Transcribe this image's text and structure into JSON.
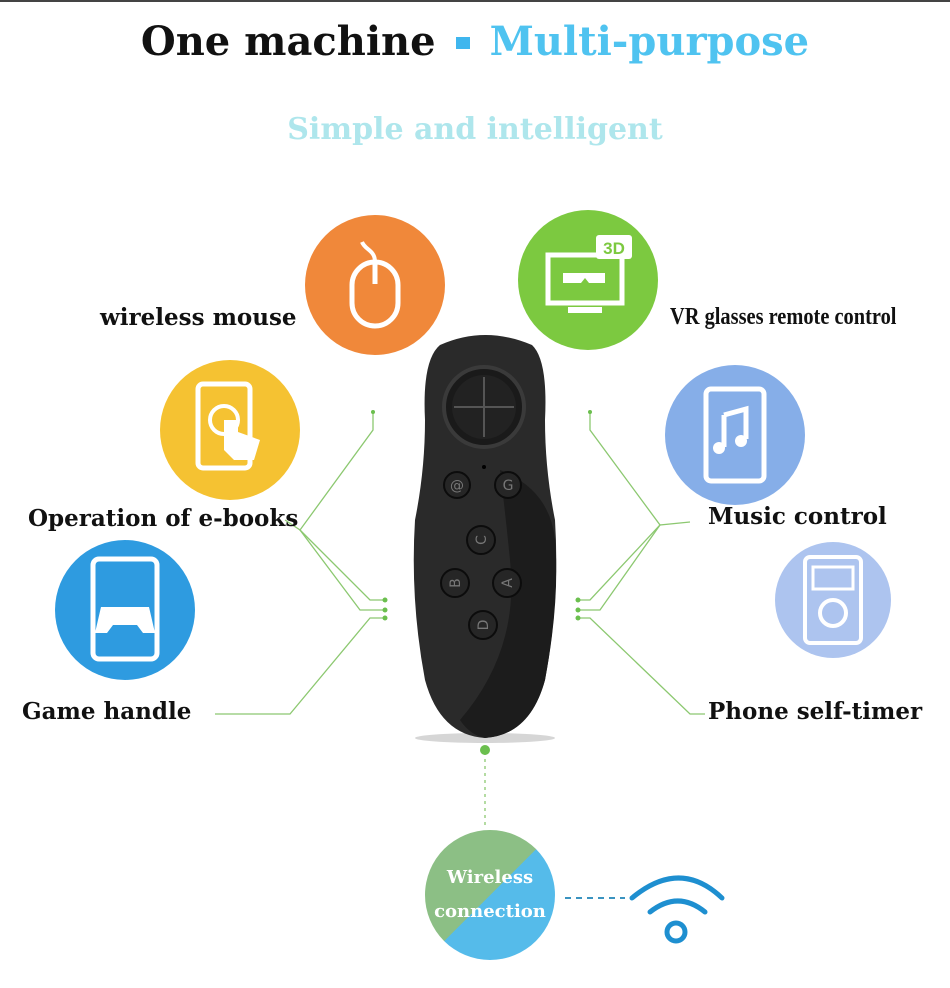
{
  "header": {
    "title_left": "One machine",
    "title_right": "Multi-purpose",
    "subtitle": "Simple and intelligent"
  },
  "features": [
    {
      "label": "wireless mouse",
      "icon": "mouse-icon",
      "color": "#f0883a"
    },
    {
      "label": "VR glasses remote control",
      "icon": "3d-monitor-icon",
      "color": "#7cc940",
      "badge": "3D"
    },
    {
      "label": "Operation of e-books",
      "icon": "phone-touch-icon",
      "color": "#f5c232"
    },
    {
      "label": "Music control",
      "icon": "phone-music-icon",
      "color": "#86aee8"
    },
    {
      "label": "Game handle",
      "icon": "tablet-gamepad-icon",
      "color": "#2e9be0"
    },
    {
      "label": "Phone self-timer",
      "icon": "phone-camera-icon",
      "color": "#adc4ef"
    }
  ],
  "remote": {
    "buttons": [
      "C",
      "B",
      "A",
      "D"
    ]
  },
  "wireless": {
    "line1": "Wireless",
    "line2": "connection"
  },
  "colors": {
    "connector": "#8cc870",
    "accent": "#4fc3f0"
  }
}
